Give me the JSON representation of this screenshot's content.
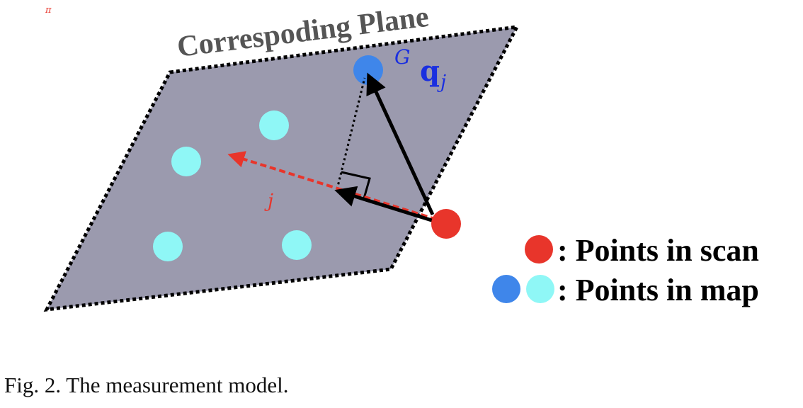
{
  "figure": {
    "top_mark": "π",
    "plane_title": "Correspoding Plane",
    "point_label": {
      "superscript": "G",
      "base": "q",
      "subscript": "j"
    },
    "direction_label": "j",
    "caption": "Fig. 2.  The measurement model."
  },
  "legend": {
    "scan_label": ": Points in scan",
    "map_label": ": Points in map"
  },
  "colors": {
    "plane_fill": "#9b9aae",
    "scan_point": "#e8352b",
    "map_point_highlight": "#3f86ea",
    "map_point": "#8ff7f6",
    "normal_dashed": "#e8352b",
    "label_blue": "#1a2fe0",
    "arrow": "#000000"
  }
}
